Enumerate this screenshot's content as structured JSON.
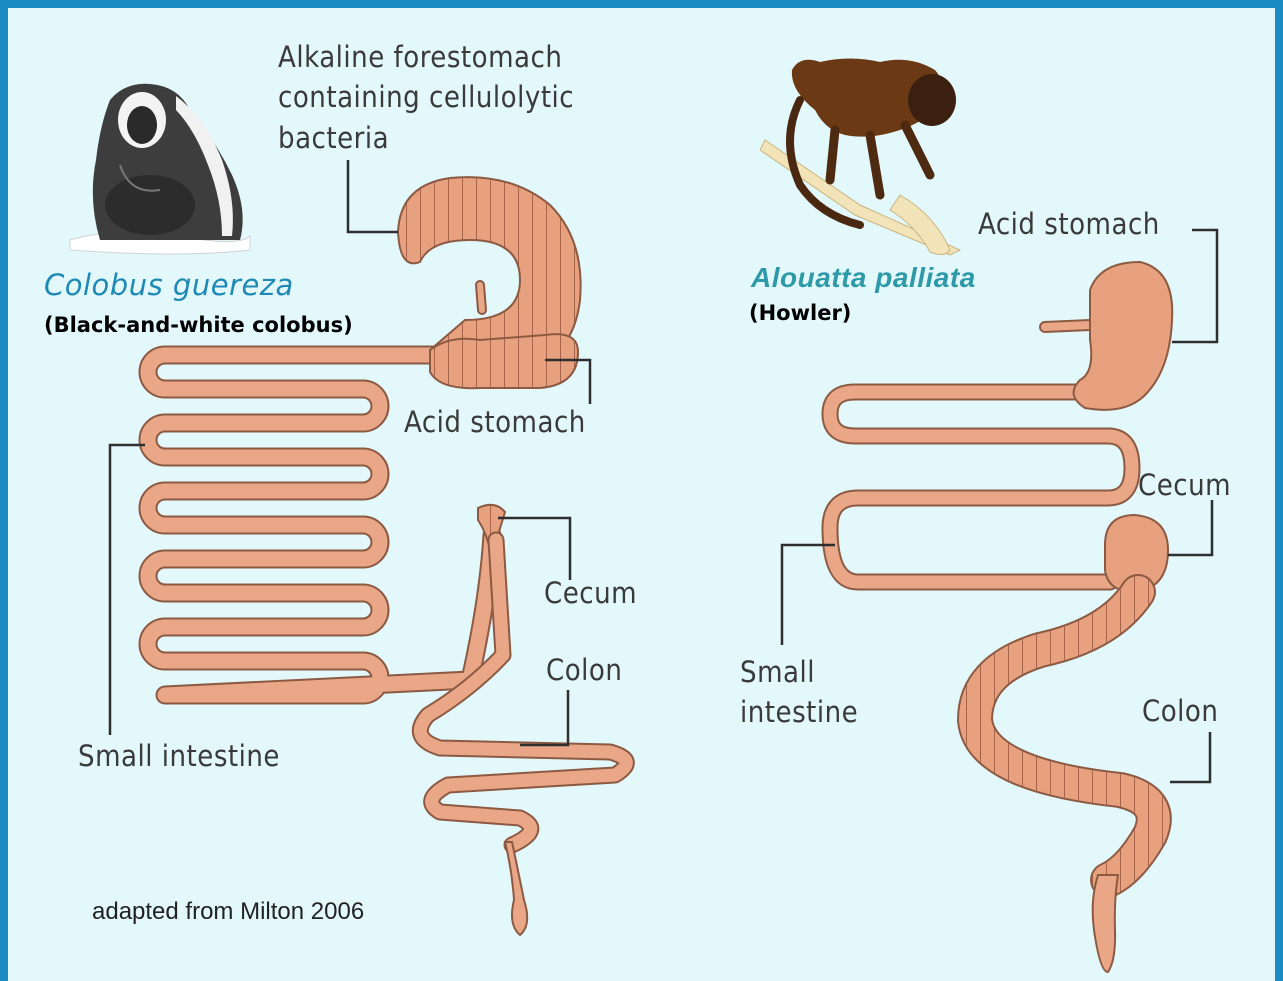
{
  "colobus": {
    "species": "Colobus guereza",
    "common_name": "(Black-and-white colobus)",
    "labels": {
      "forestomach": [
        "Alkaline forestomach",
        "containing cellulolytic",
        "bacteria"
      ],
      "acid_stomach": "Acid stomach",
      "cecum": "Cecum",
      "colon": "Colon",
      "small_intestine": "Small intestine"
    }
  },
  "howler": {
    "species": "Alouatta palliata",
    "common_name": "(Howler)",
    "labels": {
      "acid_stomach": "Acid stomach",
      "cecum": "Cecum",
      "small_intestine": [
        "Small",
        "intestine"
      ],
      "colon": "Colon"
    }
  },
  "credit": "adapted from Milton 2006",
  "colors": {
    "frame": "#1a8bc4",
    "background": "#e3f8fb",
    "gut": "#e9a787",
    "gut_outline": "#8c5a43",
    "species_colobus": "#1f89b5",
    "species_howler": "#2e9aa8"
  }
}
